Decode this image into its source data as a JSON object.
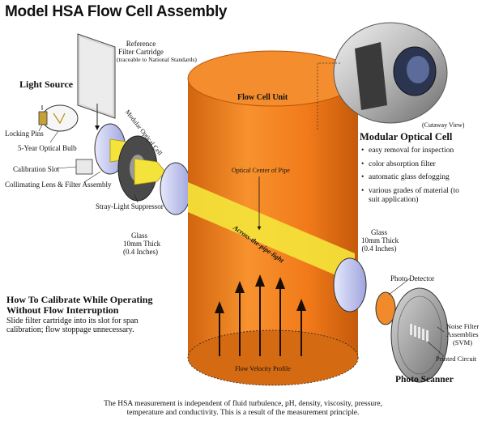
{
  "title": "Model HSA Flow Cell Assembly",
  "labels": {
    "reference_filter": [
      "Reference",
      "Filter Cartridge",
      "(traceable to National Standards)"
    ],
    "light_source": "Light Source",
    "locking_pins": "Locking Pins",
    "bulb": "5-Year Optical Bulb",
    "calibration_slot": "Calibration Slot",
    "collimating": "Collimating Lens & Filter Assembly",
    "stray_light": "Stray-Light Suppressor",
    "modular_cell_curved": "Modular Optical Cell",
    "glass_left": [
      "Glass",
      "10mm Thick",
      "(0.4 Inches)"
    ],
    "flow_cell_unit": "Flow Cell Unit",
    "optical_center": "Optical Center of Pipe",
    "across_pipe": "Across-the-pipe-light",
    "flow_velocity": "Flow Velocity Profile",
    "glass_right": [
      "Glass",
      "10mm Thick",
      "(0.4 Inches)"
    ],
    "photo_detector": "Photo Detector",
    "noise_filter": [
      "Noise Filter",
      "Assemblies",
      "(SVM)"
    ],
    "printed_circuit": "Printed Circuit",
    "photo_scanner": "Photo Scanner",
    "cutaway": "(Cutaway View)"
  },
  "modular_cell": {
    "heading": "Modular Optical Cell",
    "features": [
      "easy removal for inspection",
      "color absorption filter",
      "automatic glass defogging",
      "various grades of material (to suit application)"
    ]
  },
  "calibration": {
    "heading": [
      "How To Calibrate While Operating",
      "Without Flow Interruption"
    ],
    "text": [
      "Slide filter cartridge into its slot for span",
      "calibration; flow stoppage unnecessary."
    ]
  },
  "footer": [
    "The HSA measurement is independent of fluid turbulence, pH, density, viscosity, pressure,",
    "temperature and conductivity. This is a result of the measurement principle."
  ],
  "colors": {
    "pipe": "#f27a1a",
    "pipe_dark": "#c95c0c",
    "beam": "#f4e33a",
    "glass": "#c9cdf0",
    "detector": "#f08a2a",
    "scanner": "#9a9a9a"
  }
}
